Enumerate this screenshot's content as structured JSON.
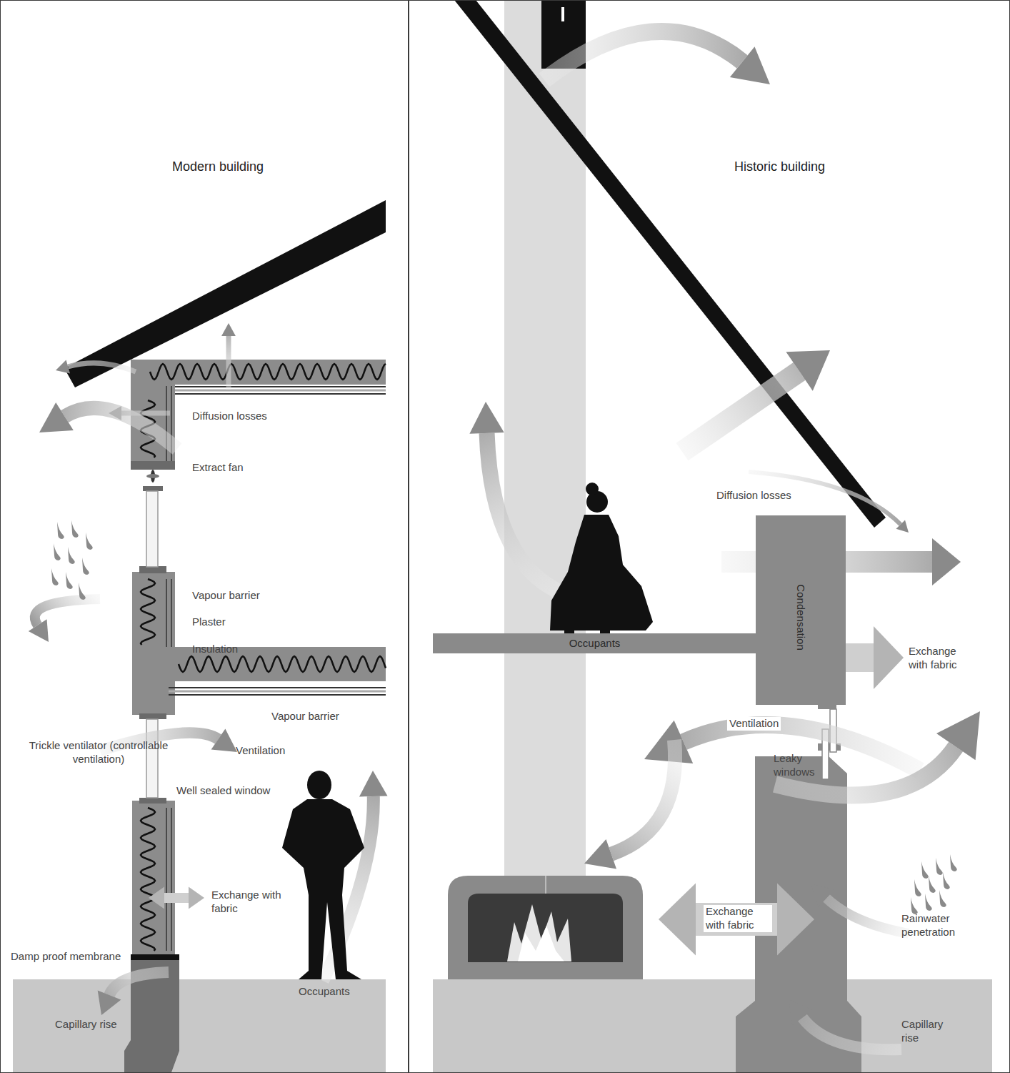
{
  "diagram": {
    "nodes": [
      {
        "text": [
          "Modern building"
        ]
      },
      {
        "text": [
          "Historic building"
        ]
      },
      {
        "text": [
          "Occupants"
        ],
        "in": 1
      },
      {
        "text": [
          "Condensation"
        ],
        "in": 1
      }
    ],
    "labels": [
      "Diffusion losses",
      "Extract fan",
      "Vapour barrier",
      "Plaster",
      "Insulation",
      "Vapour barrier",
      "Trickle ventilator (controllable ventilation)",
      "Ventilation",
      "Well sealed window",
      "Exchange with fabric",
      "Damp proof membrane",
      "Occupants",
      "Capillary rise",
      "Diffusion losses",
      "Exchange with fabric",
      "Ventilation",
      "Leaky windows",
      "Exchange with fabric",
      "Rainwater penetration",
      "Capillary rise"
    ]
  }
}
